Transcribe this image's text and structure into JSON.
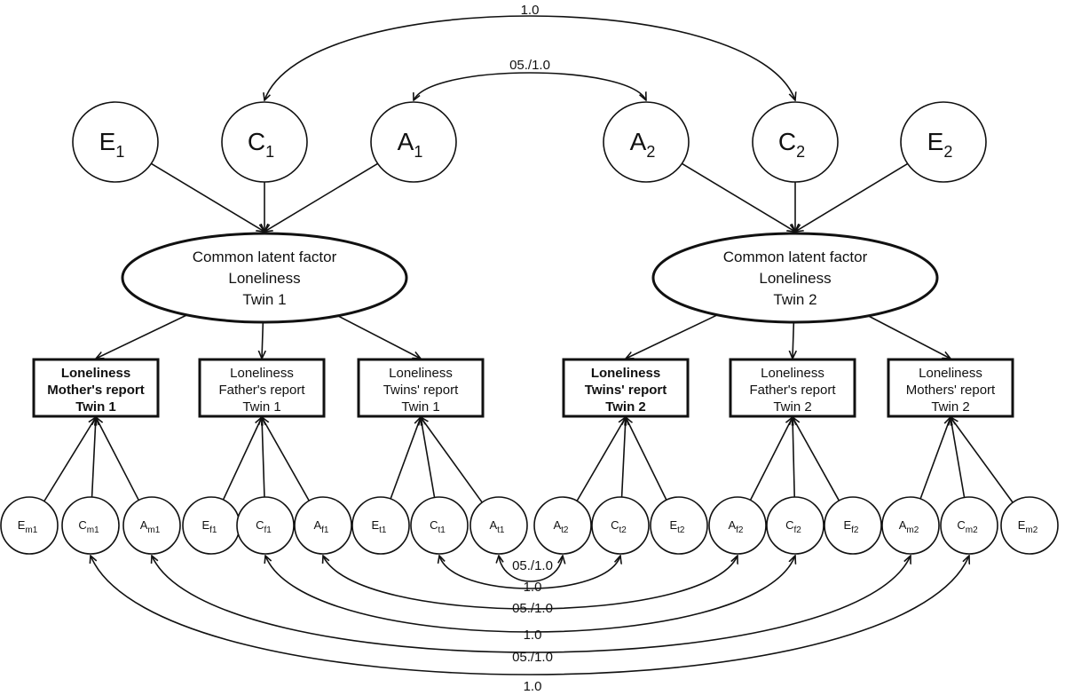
{
  "top_latents": [
    {
      "id": "E1",
      "letter": "E",
      "sub": "1"
    },
    {
      "id": "C1",
      "letter": "C",
      "sub": "1"
    },
    {
      "id": "A1",
      "letter": "A",
      "sub": "1"
    },
    {
      "id": "A2",
      "letter": "A",
      "sub": "2"
    },
    {
      "id": "C2",
      "letter": "C",
      "sub": "2"
    },
    {
      "id": "E2",
      "letter": "E",
      "sub": "2"
    }
  ],
  "factors": [
    {
      "id": "F1",
      "lines": [
        "Common latent factor",
        "Loneliness",
        "Twin 1"
      ]
    },
    {
      "id": "F2",
      "lines": [
        "Common latent factor",
        "Loneliness",
        "Twin 2"
      ]
    }
  ],
  "indicators": [
    {
      "id": "R1",
      "lines": [
        "Loneliness",
        "Mother's report",
        "Twin 1"
      ],
      "bold": true
    },
    {
      "id": "R2",
      "lines": [
        "Loneliness",
        "Father's report",
        "Twin 1"
      ],
      "bold": false
    },
    {
      "id": "R3",
      "lines": [
        "Loneliness",
        "Twins' report",
        "Twin 1"
      ],
      "bold": false
    },
    {
      "id": "R4",
      "lines": [
        "Loneliness",
        "Twins' report",
        "Twin 2"
      ],
      "bold": true
    },
    {
      "id": "R5",
      "lines": [
        "Loneliness",
        "Father's report",
        "Twin 2"
      ],
      "bold": false
    },
    {
      "id": "R6",
      "lines": [
        "Loneliness",
        "Mothers' report",
        "Twin 2"
      ],
      "bold": false
    }
  ],
  "specific_latents": [
    {
      "id": "Em1",
      "letter": "E",
      "sub": "m1"
    },
    {
      "id": "Cm1",
      "letter": "C",
      "sub": "m1"
    },
    {
      "id": "Am1",
      "letter": "A",
      "sub": "m1"
    },
    {
      "id": "Ef1",
      "letter": "E",
      "sub": "f1"
    },
    {
      "id": "Cf1",
      "letter": "C",
      "sub": "f1"
    },
    {
      "id": "Af1",
      "letter": "A",
      "sub": "f1"
    },
    {
      "id": "Et1",
      "letter": "E",
      "sub": "t1"
    },
    {
      "id": "Ct1",
      "letter": "C",
      "sub": "t1"
    },
    {
      "id": "At1",
      "letter": "A",
      "sub": "t1"
    },
    {
      "id": "At2",
      "letter": "A",
      "sub": "t2"
    },
    {
      "id": "Ct2",
      "letter": "C",
      "sub": "t2"
    },
    {
      "id": "Et2",
      "letter": "E",
      "sub": "t2"
    },
    {
      "id": "Af2",
      "letter": "A",
      "sub": "f2"
    },
    {
      "id": "Cf2",
      "letter": "C",
      "sub": "f2"
    },
    {
      "id": "Ef2",
      "letter": "E",
      "sub": "f2"
    },
    {
      "id": "Am2",
      "letter": "A",
      "sub": "m2"
    },
    {
      "id": "Cm2",
      "letter": "C",
      "sub": "m2"
    },
    {
      "id": "Em2",
      "letter": "E",
      "sub": "m2"
    }
  ],
  "correlations": [
    {
      "id": "C1-C2",
      "from": "C1",
      "to": "C2",
      "label": "1.0"
    },
    {
      "id": "A1-A2",
      "from": "A1",
      "to": "A2",
      "label": "05./1.0"
    },
    {
      "id": "At1-At2",
      "from": "At1",
      "to": "At2",
      "label": "05./1.0"
    },
    {
      "id": "Ct1-Ct2",
      "from": "Ct1",
      "to": "Ct2",
      "label": "1.0"
    },
    {
      "id": "Af1-Af2",
      "from": "Af1",
      "to": "Af2",
      "label": "05./1.0"
    },
    {
      "id": "Cf1-Cf2",
      "from": "Cf1",
      "to": "Cf2",
      "label": "1.0"
    },
    {
      "id": "Am1-Am2",
      "from": "Am1",
      "to": "Am2",
      "label": "05./1.0"
    },
    {
      "id": "Cm1-Cm2",
      "from": "Cm1",
      "to": "Cm2",
      "label": "1.0"
    }
  ]
}
